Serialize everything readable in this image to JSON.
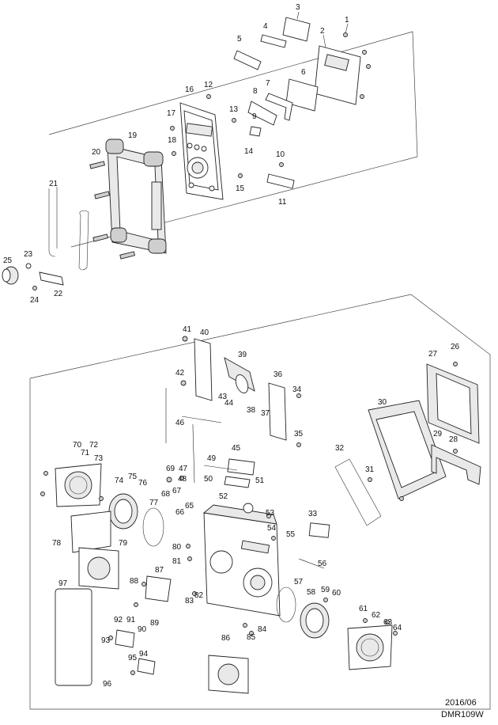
{
  "footer": {
    "date": "2016/06",
    "model": "DMR109W"
  },
  "labels": {
    "l1": "1",
    "l2": "2",
    "l3": "3",
    "l4": "4",
    "l5": "5",
    "l6": "6",
    "l7": "7",
    "l8": "8",
    "l9": "9",
    "l10": "10",
    "l11": "11",
    "l12": "12",
    "l13": "13",
    "l14": "14",
    "l15": "15",
    "l16": "16",
    "l17": "17",
    "l18": "18",
    "l19": "19",
    "l20": "20",
    "l21": "21",
    "l22": "22",
    "l23": "23",
    "l24": "24",
    "l25": "25",
    "l26": "26",
    "l27": "27",
    "l28": "28",
    "l29": "29",
    "l30": "30",
    "l31": "31",
    "l32": "32",
    "l33": "33",
    "l34": "34",
    "l35": "35",
    "l36": "36",
    "l37": "37",
    "l38": "38",
    "l39": "39",
    "l40": "40",
    "l41": "41",
    "l42": "42",
    "l43": "43",
    "l44": "44",
    "l45": "45",
    "l46": "46",
    "l47": "47",
    "l48": "48",
    "l49": "49",
    "l50": "50",
    "l51": "51",
    "l52": "52",
    "l53": "53",
    "l54": "54",
    "l55": "55",
    "l56": "56",
    "l57": "57",
    "l58": "58",
    "l59": "59",
    "l60": "60",
    "l61": "61",
    "l62": "62",
    "l63": "63",
    "l64": "64",
    "l65": "65",
    "l66": "66",
    "l67": "67",
    "l68": "68",
    "l69": "69",
    "l70": "70",
    "l71": "71",
    "l72": "72",
    "l73": "73",
    "l74": "74",
    "l75": "75",
    "l76": "76",
    "l77": "77",
    "l78": "78",
    "l79": "79",
    "l80": "80",
    "l81": "81",
    "l82": "82",
    "l83": "83",
    "l84": "84",
    "l85": "85",
    "l86": "86",
    "l87": "87",
    "l88": "88",
    "l89": "89",
    "l90": "90",
    "l91": "91",
    "l92": "92",
    "l93": "93",
    "l94": "94",
    "l95": "95",
    "l96": "96",
    "l97": "97"
  }
}
